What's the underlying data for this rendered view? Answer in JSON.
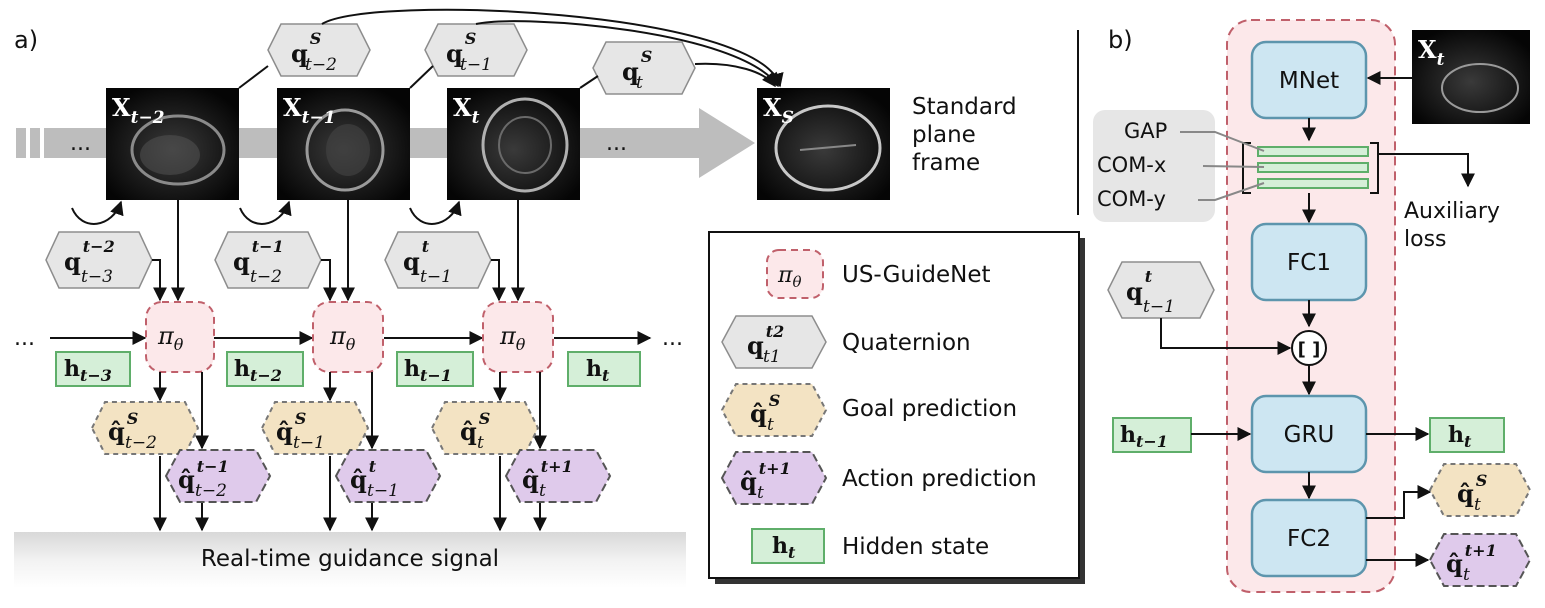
{
  "panel_a": {
    "label": "a)",
    "ellipsis": "...",
    "frames": [
      {
        "sym": "X",
        "sub": "t−2"
      },
      {
        "sym": "X",
        "sub": "t−1"
      },
      {
        "sym": "X",
        "sub": "t"
      }
    ],
    "standard_frame": {
      "sym": "X",
      "sub": "S"
    },
    "standard_caption": [
      "Standard",
      "plane",
      "frame"
    ],
    "goal_quats_top": [
      {
        "sym": "q",
        "sup": "S",
        "sub": "t−2"
      },
      {
        "sym": "q",
        "sup": "S",
        "sub": "t−1"
      },
      {
        "sym": "q",
        "sup": "S",
        "sub": "t"
      }
    ],
    "input_quats": [
      {
        "sym": "q",
        "sup": "t−2",
        "sub": "t−3"
      },
      {
        "sym": "q",
        "sup": "t−1",
        "sub": "t−2"
      },
      {
        "sym": "q",
        "sup": "t",
        "sub": "t−1"
      }
    ],
    "policy_label": "π",
    "policy_sub": "θ",
    "hidden_states": [
      {
        "sym": "h",
        "sub": "t−3"
      },
      {
        "sym": "h",
        "sub": "t−2"
      },
      {
        "sym": "h",
        "sub": "t−1"
      },
      {
        "sym": "h",
        "sub": "t"
      }
    ],
    "goal_preds": [
      {
        "sym": "q̂",
        "sup": "S",
        "sub": "t−2"
      },
      {
        "sym": "q̂",
        "sup": "S",
        "sub": "t−1"
      },
      {
        "sym": "q̂",
        "sup": "S",
        "sub": "t"
      }
    ],
    "action_preds": [
      {
        "sym": "q̂",
        "sup": "t−1",
        "sub": "t−2"
      },
      {
        "sym": "q̂",
        "sup": "t",
        "sub": "t−1"
      },
      {
        "sym": "q̂",
        "sup": "t+1",
        "sub": "t"
      }
    ],
    "guidance_label": "Real-time guidance signal"
  },
  "legend": {
    "items": [
      {
        "kind": "policy",
        "sym": "π",
        "sub": "θ",
        "label": "US-GuideNet"
      },
      {
        "kind": "quaternion",
        "sym": "q",
        "sup": "t2",
        "sub": "t1",
        "label": "Quaternion"
      },
      {
        "kind": "goal",
        "sym": "q̂",
        "sup": "S",
        "sub": "t",
        "label": "Goal prediction"
      },
      {
        "kind": "action",
        "sym": "q̂",
        "sup": "t+1",
        "sub": "t",
        "label": "Action prediction"
      },
      {
        "kind": "hidden",
        "sym": "h",
        "sub": "t",
        "label": "Hidden state"
      }
    ]
  },
  "panel_b": {
    "label": "b)",
    "input_frame": {
      "sym": "X",
      "sub": "t"
    },
    "mnet": "MNet",
    "features": [
      "GAP",
      "COM-x",
      "COM-y"
    ],
    "aux_loss": [
      "Auxiliary",
      "loss"
    ],
    "fc1": "FC1",
    "concat_symbol": "[ ]",
    "quat_in": {
      "sym": "q",
      "sup": "t",
      "sub": "t−1"
    },
    "h_in": {
      "sym": "h",
      "sub": "t−1"
    },
    "gru": "GRU",
    "h_out": {
      "sym": "h",
      "sub": "t"
    },
    "fc2": "FC2",
    "goal_out": {
      "sym": "q̂",
      "sup": "S",
      "sub": "t"
    },
    "action_out": {
      "sym": "q̂",
      "sup": "t+1",
      "sub": "t"
    }
  },
  "colors": {
    "quaternion_fill": "#e6e6e6",
    "goal_fill": "#f3e3c3",
    "action_fill": "#dfcaeb",
    "hidden_fill": "#d5efd8",
    "hidden_stroke": "#5fae6a",
    "policy_fill": "#fce8ea",
    "policy_stroke": "#c0606b",
    "module_fill": "#cde6f2",
    "module_stroke": "#5d95ad"
  }
}
